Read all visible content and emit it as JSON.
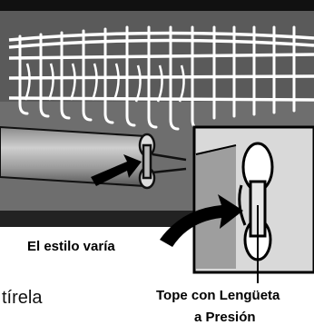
{
  "labels": {
    "style_varies": "El estilo varía",
    "tab_stop_line1": "Tope con Lengüeta",
    "tab_stop_line2": "a Presión",
    "pull_text": "tírela"
  }
}
